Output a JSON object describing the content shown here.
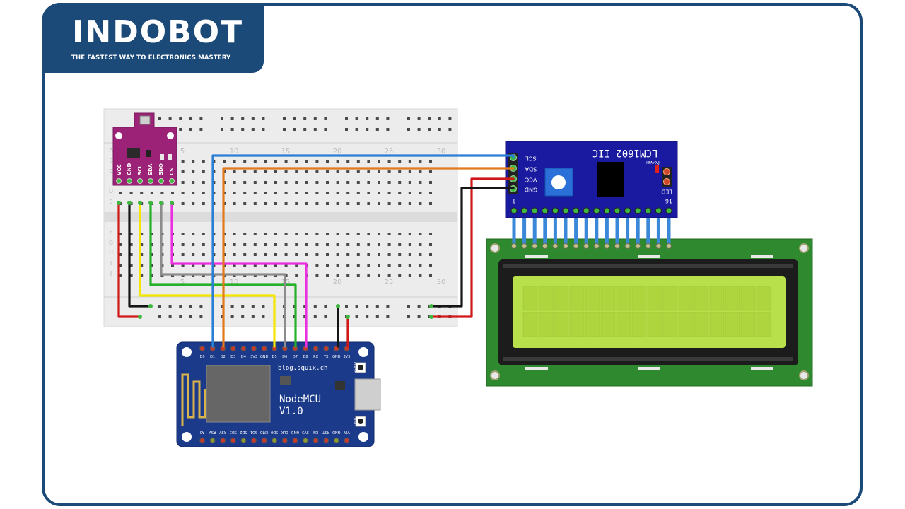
{
  "logo": {
    "brand": "INDOBOT",
    "tagline": "THE FASTEST WAY TO ELECTRONICS MASTERY"
  },
  "breadboard": {
    "column_numbers": [
      "5",
      "10",
      "15",
      "20",
      "25",
      "30"
    ],
    "row_letters": [
      "A",
      "B",
      "C",
      "D",
      "E",
      "F",
      "G",
      "H",
      "I",
      "J"
    ]
  },
  "sensor": {
    "pins": [
      "VCC",
      "GND",
      "SCL",
      "SDA",
      "SDO",
      "CS"
    ]
  },
  "i2c_module": {
    "title": "LCM1602 IIC",
    "pins": [
      "SCL",
      "SDA",
      "VCC",
      "GND"
    ],
    "power_label": "Power",
    "led_label": "LED",
    "pin_first": "1",
    "pin_last": "16"
  },
  "nodemcu": {
    "name": "NodeMCU",
    "version": "V1.0",
    "url": "blog.squix.ch",
    "top_pins": [
      "D0",
      "D1",
      "D2",
      "D3",
      "D4",
      "3V3",
      "GND",
      "D5",
      "D6",
      "D7",
      "D8",
      "RX",
      "TX",
      "GND",
      "3V3"
    ],
    "bottom_pins": [
      "A0",
      "RSV",
      "RSV",
      "SD3",
      "SD2",
      "SD1",
      "CMD",
      "SD0",
      "CLK",
      "GND",
      "3V3",
      "EN",
      "RST",
      "GND",
      "VIN"
    ],
    "flash_label": "FLASH",
    "rst_label": "RST"
  },
  "colors": {
    "frame": "#1b4a78",
    "wire_blue": "#2a7fd4",
    "wire_orange": "#e07a1a",
    "wire_red": "#d01818",
    "wire_black": "#151515",
    "wire_yellow": "#f4e600",
    "wire_green": "#27b02a",
    "wire_gray": "#8c8c8c",
    "wire_magenta": "#ea2ee0",
    "lcd_screen": "#b8e04a",
    "lcd_pcb": "#2f8a2f",
    "module_pcb": "#1a1aa0",
    "sensor_pcb": "#9c2277",
    "nodemcu_pcb": "#1b3a8a"
  }
}
